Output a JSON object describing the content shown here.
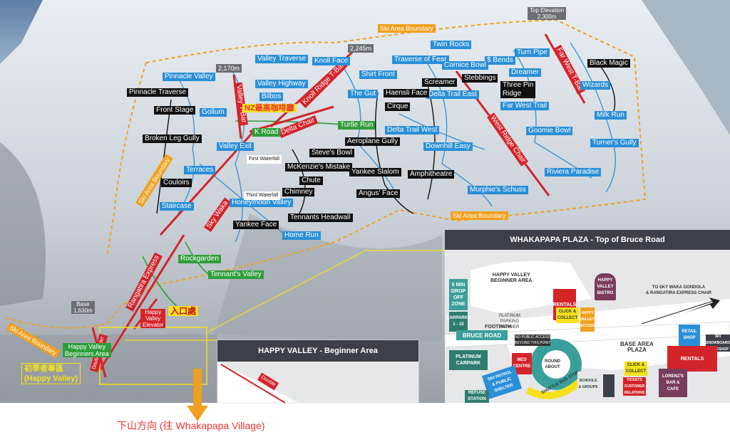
{
  "colors": {
    "blue_run": "#2a8fd6",
    "black_run": "#111111",
    "green_run": "#2e9e3a",
    "lift": "#d3242a",
    "boundary": "#f0a01e",
    "highlight": "#f4e11a"
  },
  "elevations": {
    "top": "Top Elevation\n2,300m",
    "e2245": "2,245m",
    "e2170": "2,170m",
    "base": "Base\n1,630m"
  },
  "boundary_labels": [
    "Ski Area Boundary",
    "Ski Area Boundary",
    "Ski Area Boundary",
    "Ski Area Boundary"
  ],
  "lifts": {
    "valley_tbar": "Valley T-Bar",
    "knoll_ridge": "Knoll Ridge T-Bar",
    "delta_chair": "Delta Chair",
    "west_ridge": "West Ridge Chair",
    "far_west": "Far West T-Bar",
    "sky_waka": "Sky Waka",
    "rangatira": "Rangatira Express",
    "hv_elevator": "Happy\nValley\nElevator",
    "double_header": "Double Header"
  },
  "blue_runs": [
    "Valley Traverse",
    "Knoll Face",
    "Twin Rocks",
    "Pinnacle Valley",
    "Valley Highway",
    "Shirt Front",
    "Traverse of Fear",
    "$ Bends",
    "Turn Pipe",
    "Cornice Bowl",
    "Dreamer",
    "Bilbos",
    "The Gut",
    "Delta Trail East",
    "Wizards",
    "Gollum",
    "Far West Trail",
    "Milk Run",
    "Delta Trail West",
    "Goomie Bowl",
    "Valley Exit",
    "Downhill Easy",
    "Turner's Gully",
    "Terraces",
    "Riviera Paradise",
    "Staircase",
    "Honeymoon Valley",
    "Murphie's Schuss",
    "Home Run"
  ],
  "black_runs": [
    "Pinnacle Traverse",
    "Front Stage",
    "Broken Leg Gully",
    "Haensli Face",
    "Cirque",
    "Screamer",
    "Stebbings",
    "Three Pin\nRidge",
    "Black Magic",
    "Aeroplane Gully",
    "Steve's Bowl",
    "McKenzie's Mistake",
    "Yankee Slalom",
    "Couloirs",
    "Chute",
    "Amphitheatre",
    "Chimney",
    "Angus' Face",
    "Tennants Headwall",
    "Yankee Face"
  ],
  "green_runs": [
    "K Road",
    "Turtle Run",
    "Rockgarden",
    "Tennant's Valley",
    "Happy Valley\nBeginners Area"
  ],
  "small_labels": {
    "first_waterfall": "First Waterfall",
    "third_waterfall": "Third Waterfall"
  },
  "annotations": {
    "cafe": "NZ最高咖啡廳",
    "entrance": "入口處",
    "beginner": "初學者專區\n(Happy Valley)",
    "downhill": "下山方向 (往 Whakapapa Village)"
  },
  "plaza": {
    "title": "WHAKAPAPA PLAZA - Top of Bruce Road",
    "happy_valley_beginner": "HAPPY VALLEY\nBEGINNER AREA",
    "drop_off": "5 MIN\nDROP\nOFF\nZONE",
    "carparks": "CARPARKS\n1 - 10",
    "bruce_road": "BRUCE ROAD",
    "footpath": "FOOTPATH",
    "platinum_barrier": "PLATINUM\nPARKING\nBARRIER",
    "bus_access": "NO PUBLIC ACCESS\nBEYOND THIS POINT",
    "rentals1": "RENTALS",
    "click_collect1": "CLICK &\nCOLLECT",
    "hv_access": "HAPPY\nVALLEY\nACCESS",
    "hv_bistro": "HAPPY\nVALLEY\nBISTRO",
    "to_gondola": "TO SKY WAKA GONDOLA\n& RANGATIRA EXPRESS CHAIR",
    "platinum_carpark": "PLATINUM\nCARPARK",
    "med_centre": "MED\nCENTRE",
    "ski_patrol": "SKI PATROL\n& PUBLIC\nSHELTER",
    "roundabout": "ROUND\nABOUT",
    "shuttle_bus": "SHUTTLE BUS STOP",
    "schools": "SCHOOLS\n& GROUPS",
    "base_area": "BASE AREA\nPLAZA",
    "click_collect2": "CLICK &\nCOLLECT",
    "tickets": "TICKETS\nCUSTOMER\nRELATIONS",
    "retail": "RETAIL\nSHOP",
    "snowboard": "SKI\nSNOWBOARD\nWORKSHOP",
    "rentals2": "RENTALS",
    "lorenzs": "LORENZ'S\nBAR &\nCAFE",
    "refuse": "REFUSE\nSTATION"
  },
  "happy_valley": {
    "title": "HAPPY VALLEY - Beginner Area",
    "double_header": "Double"
  }
}
